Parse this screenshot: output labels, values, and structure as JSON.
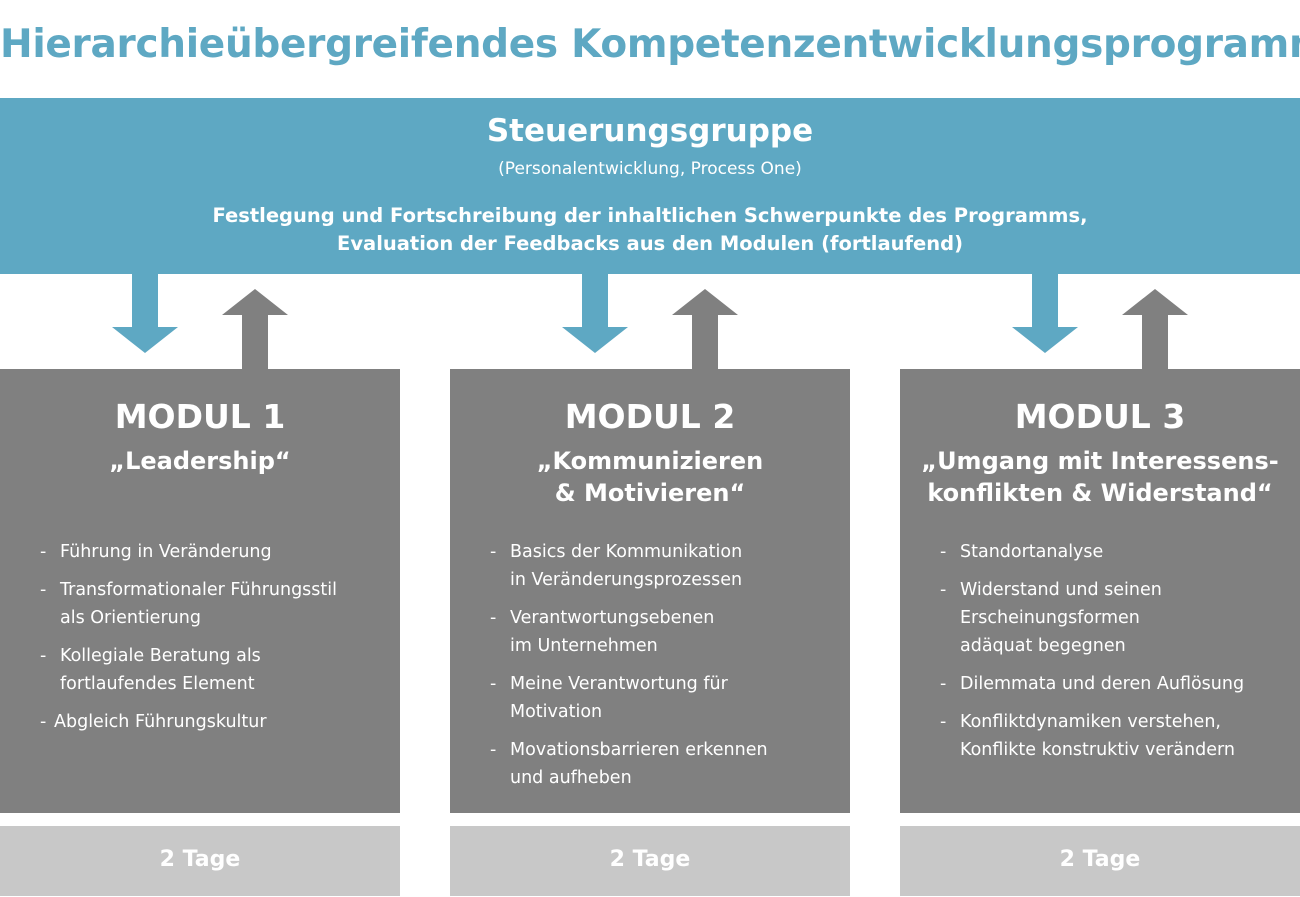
{
  "title": "Hierarchieübergreifendes Kompetenzentwicklungsprogramm",
  "steering": {
    "heading": "Steuerungsgruppe",
    "subheading": "(Personalentwicklung, Process One)",
    "description_lines": [
      "Festlegung und Fortschreibung der inhaltlichen Schwerpunkte des Programms,",
      "Evaluation der Feedbacks aus den Modulen (fortlaufend)"
    ]
  },
  "colors": {
    "steering": "#5ea8c3",
    "module": "#808080",
    "duration": "#c8c8c8",
    "arrow_up": "#808080",
    "arrow_down": "#5ea8c3"
  },
  "modules": [
    {
      "title": "MODUL 1",
      "subtitle_lines": [
        "„Leadership“"
      ],
      "items": [
        {
          "lines": [
            "Führung in Veränderung"
          ]
        },
        {
          "lines": [
            "Transformationaler Führungsstil",
            "als Orientierung"
          ]
        },
        {
          "lines": [
            "Kollegiale Beratung als",
            "fortlaufendes Element"
          ]
        },
        {
          "lines": [
            "Abgleich Führungskultur"
          ]
        }
      ],
      "duration": "2 Tage"
    },
    {
      "title": "MODUL 2",
      "subtitle_lines": [
        "„Kommunizieren",
        "& Motivieren“"
      ],
      "items": [
        {
          "lines": [
            "Basics der Kommunikation",
            "in Veränderungsprozessen"
          ]
        },
        {
          "lines": [
            "Verantwortungsebenen",
            "im Unternehmen"
          ]
        },
        {
          "lines": [
            "Meine Verantwortung für",
            "Motivation"
          ]
        },
        {
          "lines": [
            "Movationsbarrieren erkennen",
            "und aufheben"
          ]
        }
      ],
      "duration": "2 Tage"
    },
    {
      "title": "MODUL 3",
      "subtitle_lines": [
        "„Umgang mit Interessens-",
        "konflikten & Widerstand“"
      ],
      "items": [
        {
          "lines": [
            "Standortanalyse"
          ]
        },
        {
          "lines": [
            "Widerstand und seinen",
            "Erscheinungsformen",
            "adäquat begegnen"
          ]
        },
        {
          "lines": [
            "Dilemmata und deren Auflösung"
          ]
        },
        {
          "lines": [
            "Konfliktdynamiken verstehen,",
            "Konflikte konstruktiv verändern"
          ]
        }
      ],
      "duration": "2 Tage"
    }
  ]
}
